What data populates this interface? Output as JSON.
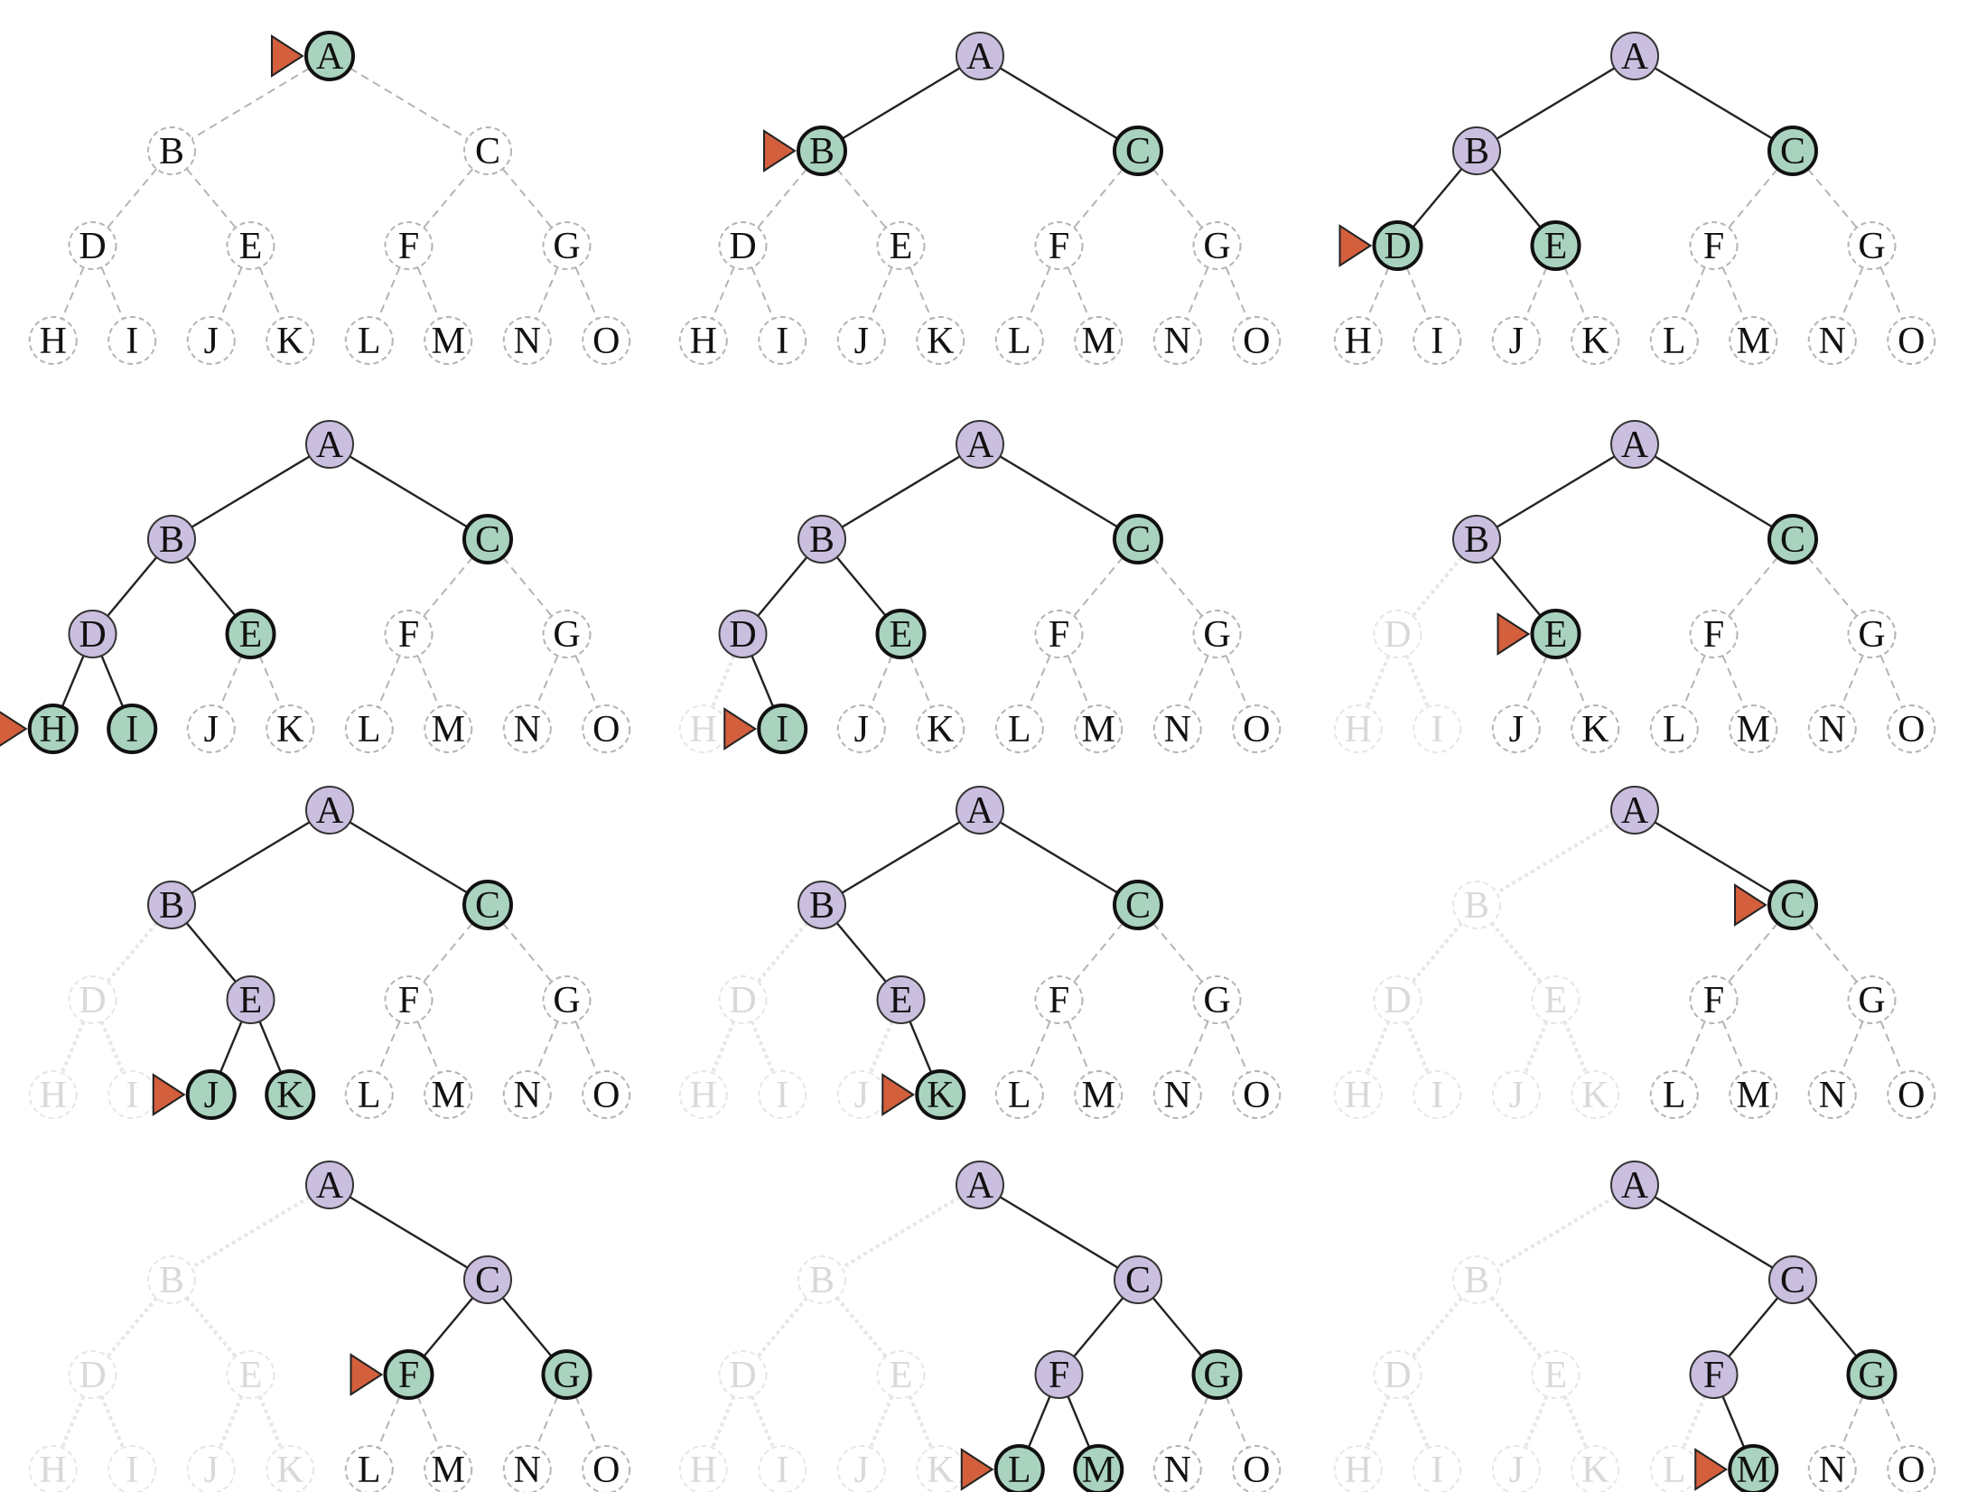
{
  "tree": {
    "nodes": [
      {
        "id": "A",
        "label": "A"
      },
      {
        "id": "B",
        "label": "B",
        "parent": "A"
      },
      {
        "id": "C",
        "label": "C",
        "parent": "A"
      },
      {
        "id": "D",
        "label": "D",
        "parent": "B"
      },
      {
        "id": "E",
        "label": "E",
        "parent": "B"
      },
      {
        "id": "F",
        "label": "F",
        "parent": "C"
      },
      {
        "id": "G",
        "label": "G",
        "parent": "C"
      },
      {
        "id": "H",
        "label": "H",
        "parent": "D"
      },
      {
        "id": "I",
        "label": "I",
        "parent": "D"
      },
      {
        "id": "J",
        "label": "J",
        "parent": "E"
      },
      {
        "id": "K",
        "label": "K",
        "parent": "E"
      },
      {
        "id": "L",
        "label": "L",
        "parent": "F"
      },
      {
        "id": "M",
        "label": "M",
        "parent": "F"
      },
      {
        "id": "N",
        "label": "N",
        "parent": "G"
      },
      {
        "id": "O",
        "label": "O",
        "parent": "G"
      }
    ]
  },
  "styles": {
    "expanded_fill": "#cbbfe0",
    "frontier_fill": "#a9d3bf",
    "pointer_fill": "#d35f3d",
    "unexplored_stroke": "#b4b4b4",
    "pruned_stroke": "#e6e6e6",
    "pruned_text": "#d9d9d9",
    "solid_edge": "#222222"
  },
  "panels": [
    {
      "expanded": [],
      "frontier": [
        "A"
      ],
      "pruned": [],
      "current": "A"
    },
    {
      "expanded": [
        "A"
      ],
      "frontier": [
        "B",
        "C"
      ],
      "pruned": [],
      "current": "B"
    },
    {
      "expanded": [
        "A",
        "B"
      ],
      "frontier": [
        "C",
        "D",
        "E"
      ],
      "pruned": [],
      "current": "D"
    },
    {
      "expanded": [
        "A",
        "B",
        "D"
      ],
      "frontier": [
        "C",
        "E",
        "H",
        "I"
      ],
      "pruned": [],
      "current": "H"
    },
    {
      "expanded": [
        "A",
        "B",
        "D"
      ],
      "frontier": [
        "C",
        "E",
        "I"
      ],
      "pruned": [
        "H"
      ],
      "current": "I"
    },
    {
      "expanded": [
        "A",
        "B"
      ],
      "frontier": [
        "C",
        "E"
      ],
      "pruned": [
        "D",
        "H",
        "I"
      ],
      "current": "E"
    },
    {
      "expanded": [
        "A",
        "B",
        "E"
      ],
      "frontier": [
        "C",
        "J",
        "K"
      ],
      "pruned": [
        "D",
        "H",
        "I"
      ],
      "current": "J"
    },
    {
      "expanded": [
        "A",
        "B",
        "E"
      ],
      "frontier": [
        "C",
        "K"
      ],
      "pruned": [
        "D",
        "H",
        "I",
        "J"
      ],
      "current": "K"
    },
    {
      "expanded": [
        "A"
      ],
      "frontier": [
        "C"
      ],
      "pruned": [
        "B",
        "D",
        "E",
        "H",
        "I",
        "J",
        "K"
      ],
      "current": "C"
    },
    {
      "expanded": [
        "A",
        "C"
      ],
      "frontier": [
        "F",
        "G"
      ],
      "pruned": [
        "B",
        "D",
        "E",
        "H",
        "I",
        "J",
        "K"
      ],
      "current": "F"
    },
    {
      "expanded": [
        "A",
        "C",
        "F"
      ],
      "frontier": [
        "G",
        "L",
        "M"
      ],
      "pruned": [
        "B",
        "D",
        "E",
        "H",
        "I",
        "J",
        "K"
      ],
      "current": "L"
    },
    {
      "expanded": [
        "A",
        "C",
        "F"
      ],
      "frontier": [
        "G",
        "M"
      ],
      "pruned": [
        "B",
        "D",
        "E",
        "H",
        "I",
        "J",
        "K",
        "L"
      ],
      "current": "M"
    }
  ]
}
